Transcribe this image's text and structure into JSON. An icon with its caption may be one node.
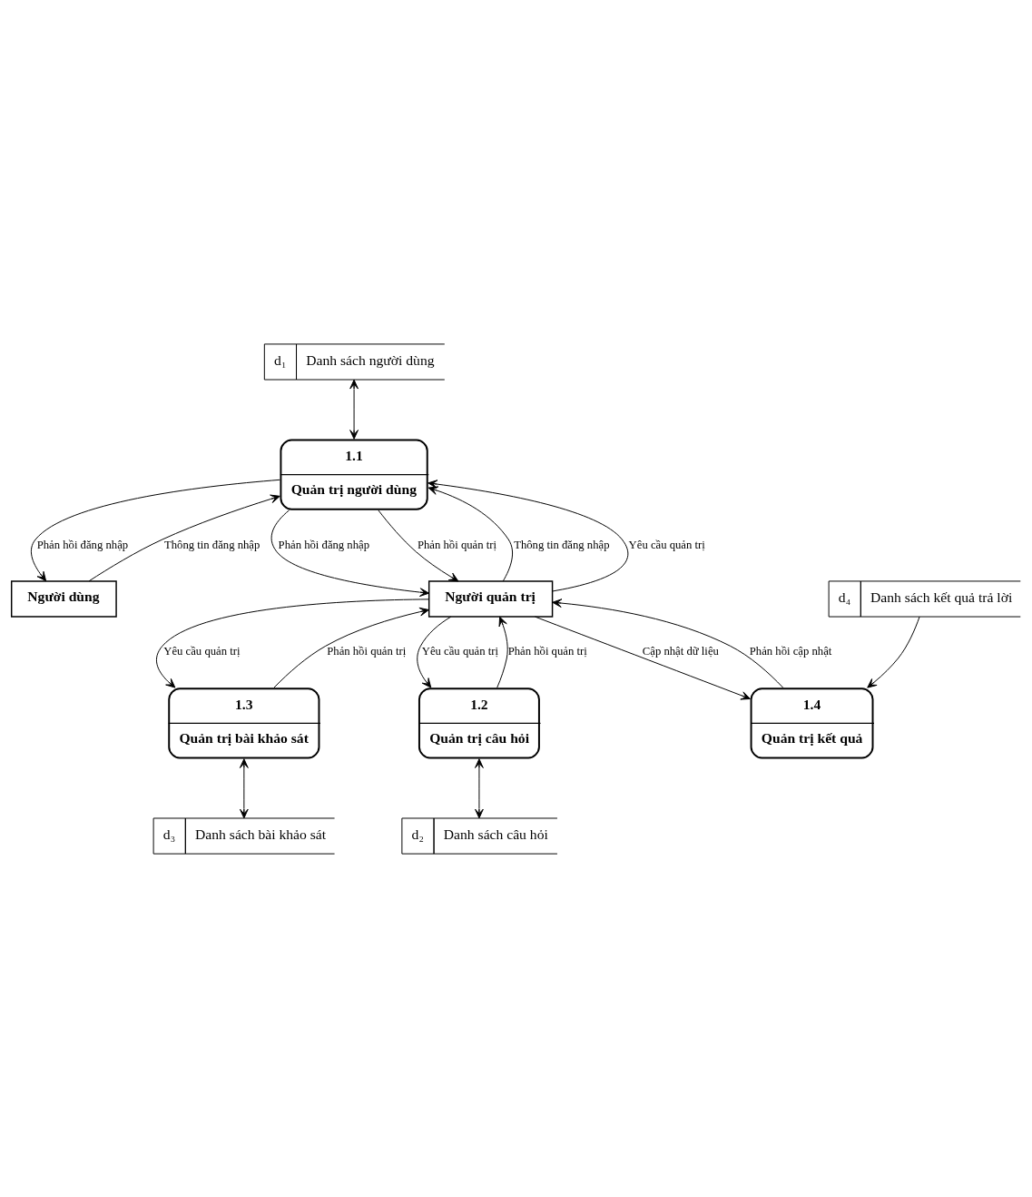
{
  "diagram": {
    "nodes": [
      {
        "text": [
          "d₁",
          "Danh sách người dùng"
        ]
      },
      {
        "text": [
          "Người dùng"
        ]
      },
      {
        "text": [
          "1.1",
          "Quản trị người dùng"
        ]
      },
      {
        "text": [
          "1.3",
          "Quản trị bài khảo sát"
        ]
      },
      {
        "text": [
          "d₃",
          "Danh sách bài khảo sát"
        ]
      },
      {
        "text": [
          "Người quản trị"
        ]
      },
      {
        "text": [
          "1.2",
          "Quản trị câu hỏi"
        ]
      },
      {
        "text": [
          "1.4",
          "Quản trị kết quả"
        ]
      },
      {
        "text": [
          "d₂",
          "Danh sách câu hỏi"
        ]
      },
      {
        "text": [
          "d₄",
          "Danh sách kết quả trả lời"
        ]
      }
    ],
    "edges": [
      {
        "from": 0,
        "to": 2,
        "arrow": "both"
      },
      {
        "from": 1,
        "to": 2,
        "arrow": "to",
        "label": "Thông tin đăng nhập"
      },
      {
        "from": 2,
        "to": 1,
        "arrow": "to",
        "label": "Phản hồi đăng nhập"
      },
      {
        "from": 2,
        "to": 5,
        "arrow": "to",
        "label": "Phản hồi đăng nhập"
      },
      {
        "from": 5,
        "to": 2,
        "arrow": "to",
        "label": "Thông tin đăng nhập"
      },
      {
        "from": 5,
        "to": 2,
        "arrow": "to",
        "label": "Yêu cầu quản trị"
      },
      {
        "from": 2,
        "to": 5,
        "arrow": "to",
        "label": "Phản hồi quản trị"
      },
      {
        "from": 5,
        "to": 3,
        "arrow": "to",
        "label": "Yêu cầu quản trị"
      },
      {
        "from": 3,
        "to": 5,
        "arrow": "to",
        "label": "Phản hồi quản trị"
      },
      {
        "from": 3,
        "to": 4,
        "arrow": "both"
      },
      {
        "from": 5,
        "to": 7,
        "arrow": "to",
        "label": "Cập nhật dữ liệu"
      },
      {
        "from": 7,
        "to": 5,
        "arrow": "to",
        "label": "Phản hồi cập nhật"
      },
      {
        "from": 5,
        "to": 6,
        "arrow": "to",
        "label": "Yêu cầu quản trị"
      },
      {
        "from": 6,
        "to": 5,
        "arrow": "to",
        "label": "Phản hồi quản trị"
      },
      {
        "from": 6,
        "to": 8,
        "arrow": "both"
      },
      {
        "from": 9,
        "to": 7,
        "arrow": "to"
      }
    ]
  }
}
